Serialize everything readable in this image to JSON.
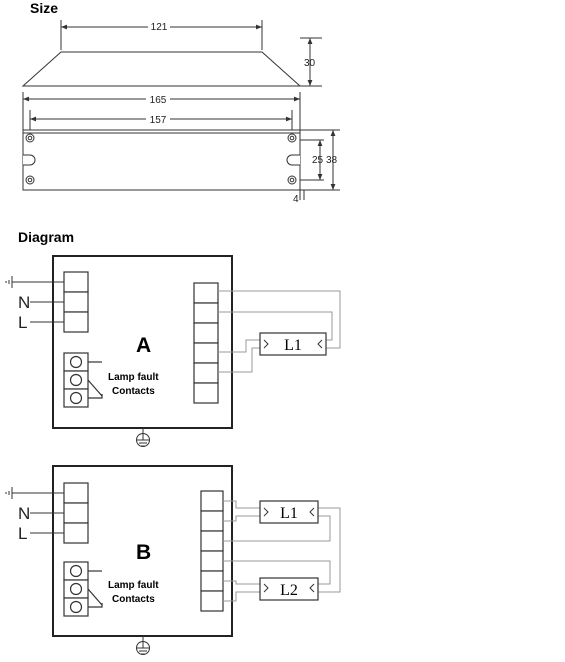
{
  "headings": {
    "size": "Size",
    "diagram": "Diagram"
  },
  "dimensions": {
    "top_width": "121",
    "height": "30",
    "overall_length": "165",
    "mount_spacing": "157",
    "slot_spacing": "25",
    "base_width": "38",
    "slot_width": "4"
  },
  "diagrams": [
    {
      "id": "A",
      "title": "A",
      "terminals": [
        "N",
        "L"
      ],
      "fault_label": [
        "Lamp fault",
        "Contacts"
      ],
      "lamps": [
        "L1"
      ]
    },
    {
      "id": "B",
      "title": "B",
      "terminals": [
        "N",
        "L"
      ],
      "fault_label": [
        "Lamp fault",
        "Contacts"
      ],
      "lamps": [
        "L1",
        "L2"
      ]
    }
  ]
}
